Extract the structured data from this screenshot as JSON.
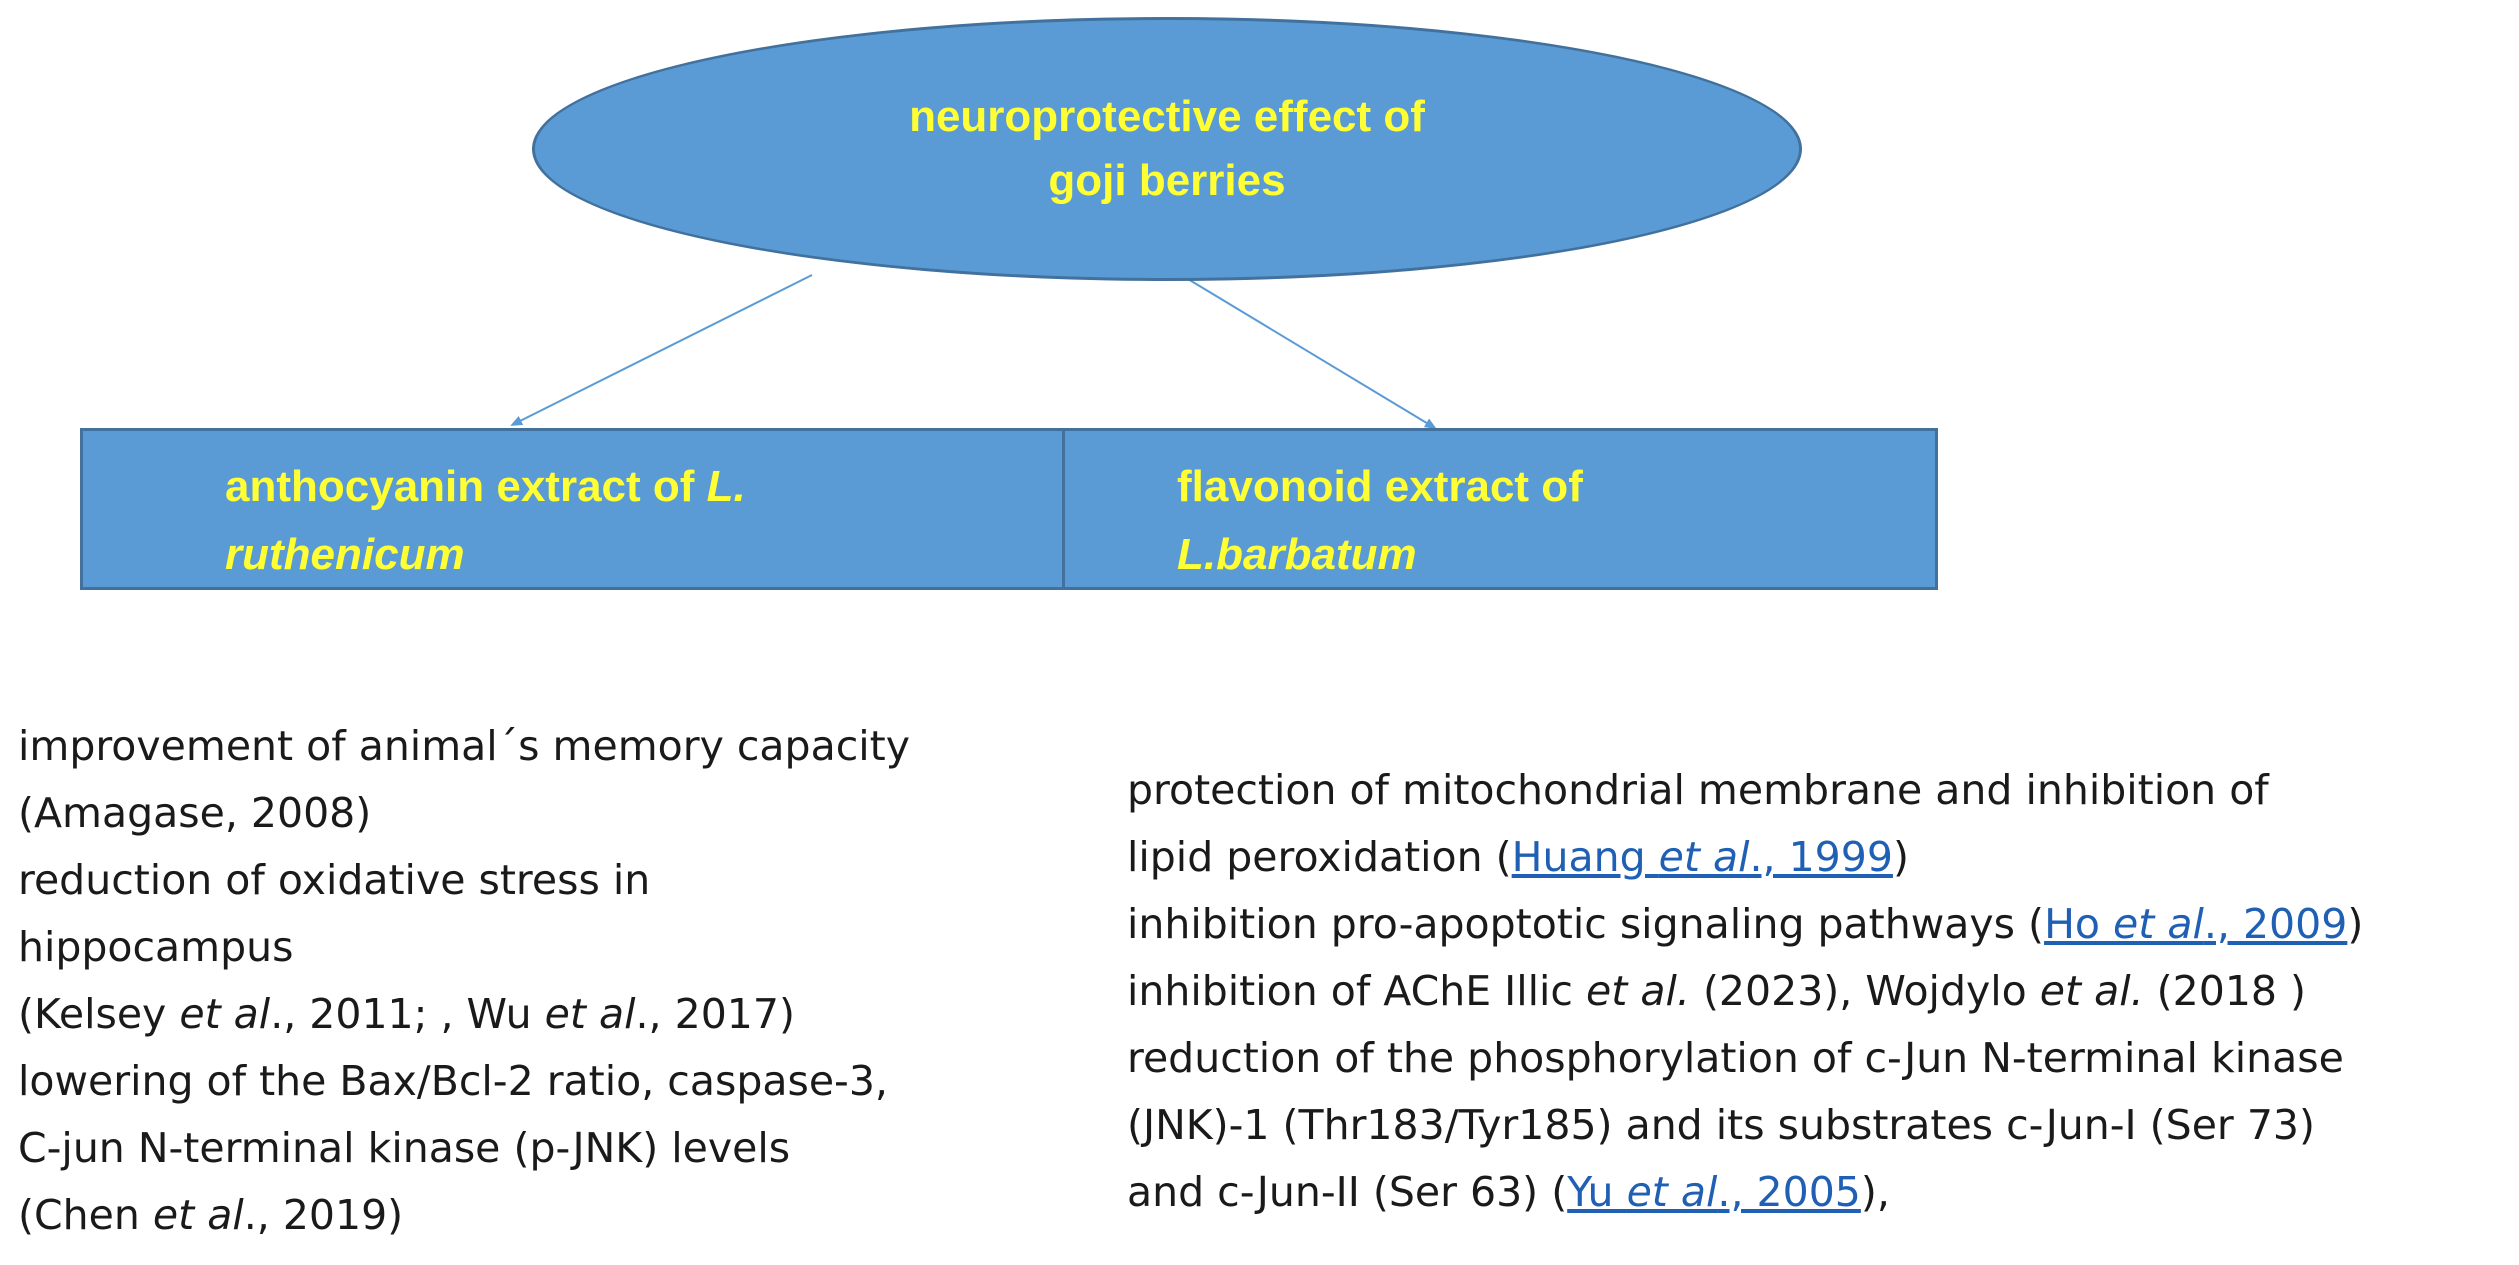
{
  "diagram": {
    "root": {
      "line1": "neuroprotective effect of",
      "line2": "goji berries"
    },
    "left_box": {
      "line1_plain": "anthocyanin extract of ",
      "line1_italic": "L.",
      "line2_italic": "ruthenicum"
    },
    "right_box": {
      "line1_plain": "flavonoid extract of",
      "line2_italic": "L.barbatum"
    },
    "left_effects": {
      "l1": "improvement of animal´s memory capacity",
      "l2": "(Amagase, 2008)",
      "l3": "reduction of oxidative stress in",
      "l4": "hippocampus",
      "l5_a": "(Kelsey ",
      "l5_b": "et al",
      "l5_c": "., 2011; , Wu ",
      "l5_d": "et al",
      "l5_e": "., 2017)",
      "l6": "lowering of  the Bax/Bcl-2 ratio, caspase-3,",
      "l7": "C-jun N-terminal kinase (p-JNK) levels",
      "l8_a": "(Chen ",
      "l8_b": "et al",
      "l8_c": "., 2019)"
    },
    "right_effects": {
      "l1": "protection of mitochondrial membrane and inhibition of",
      "l2_a": "lipid peroxidation (",
      "l2_link_a": "Huang ",
      "l2_link_b": "et al",
      "l2_link_c": "., 1999",
      "l2_b": ")",
      "l3_a": "inhibition pro-apoptotic signaling pathways (",
      "l3_link_a": "Ho ",
      "l3_link_b": "et al",
      "l3_link_c": "., 2009",
      "l3_b": ")",
      "l4_a": "inhibition of AChE Illic ",
      "l4_b": "et al.",
      "l4_c": " (2023), Wojdylo ",
      "l4_d": "et al.",
      "l4_e": " (2018 )",
      "l5": "reduction of  the phosphorylation of c-Jun N-terminal kinase",
      "l6": "(JNK)-1 (Thr183/Tyr185) and its substrates c-Jun-I (Ser 73)",
      "l7_a": "and c-Jun-II (Ser 63) (",
      "l7_link_a": "Yu ",
      "l7_link_b": "et al",
      "l7_link_c": "., 2005",
      "l7_b": "),"
    },
    "colors": {
      "shape_fill": "#5b9bd5",
      "shape_border": "#41719c",
      "shape_text": "#ffff33",
      "arrow": "#5b9bd5",
      "link": "#1f5fb4"
    }
  }
}
